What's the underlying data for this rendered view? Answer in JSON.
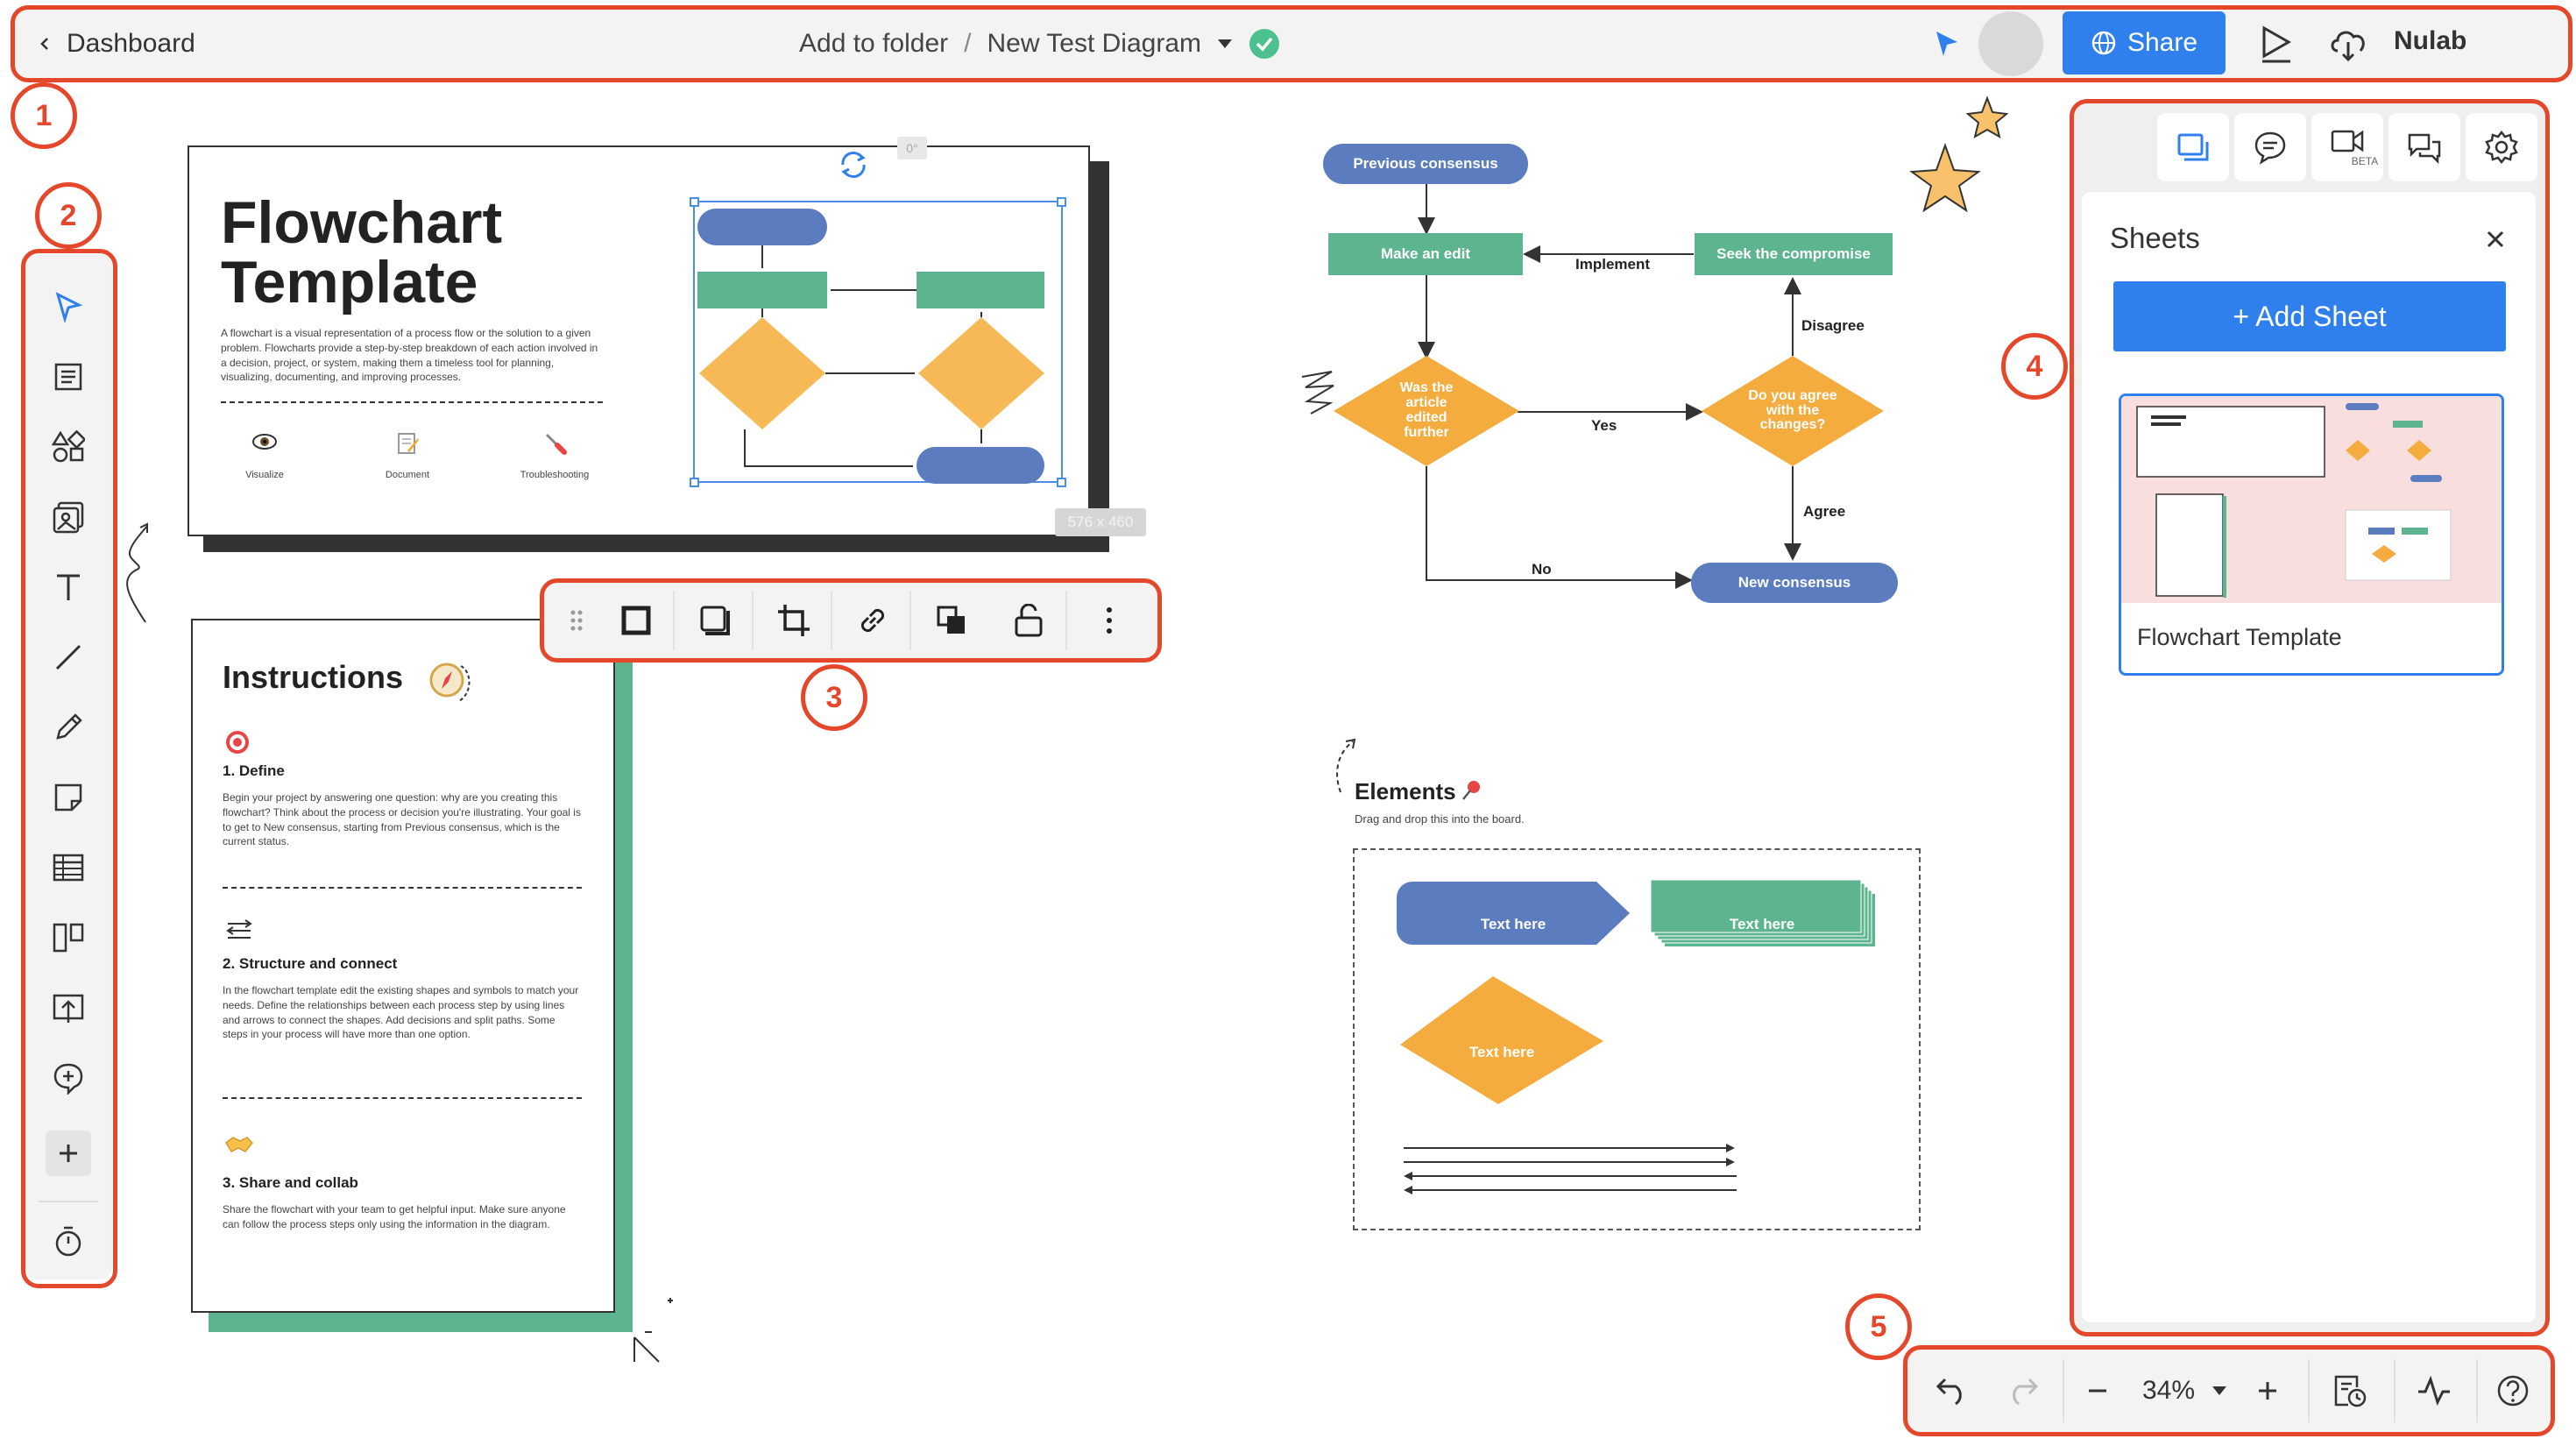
{
  "topbar": {
    "back_label": "Dashboard",
    "folder_label": "Add to folder",
    "separator": "/",
    "diagram_title": "New Test Diagram",
    "share_label": "Share",
    "org_label": "Nulab"
  },
  "callouts": [
    "1",
    "2",
    "3",
    "4",
    "5"
  ],
  "toolrail": {
    "tools": [
      "select-tool",
      "template-tool",
      "shapes-tool",
      "image-tool",
      "text-tool",
      "line-tool",
      "pen-tool",
      "sticky-note-tool",
      "table-tool",
      "layout-tool",
      "upload-tool",
      "comment-tool",
      "more-tool",
      "timer-tool"
    ]
  },
  "floatbar": {
    "buttons": [
      "drag-handle",
      "border-style",
      "shadow",
      "crop",
      "link",
      "arrange",
      "lock",
      "more"
    ]
  },
  "rightpanel": {
    "tabs": [
      "sheets",
      "comments",
      "video",
      "chat",
      "settings"
    ],
    "video_badge": "BETA",
    "title": "Sheets",
    "add_sheet_label": "+ Add Sheet",
    "sheet_name": "Flowchart Template"
  },
  "bottombar": {
    "zoom": "34%"
  },
  "canvas": {
    "template_card": {
      "title_line1": "Flowchart",
      "title_line2": "Template",
      "description": "A flowchart is a visual representation of a process flow or the solution to a given problem. Flowcharts provide a step-by-step breakdown of each action involved in a decision, project, or system, making them a timeless tool for planning, visualizing, documenting, and improving processes.",
      "icons": [
        {
          "label": "Visualize"
        },
        {
          "label": "Document"
        },
        {
          "label": "Troubleshooting"
        }
      ],
      "size_readout": "576 x 460",
      "angle_readout": "0°"
    },
    "instructions": {
      "title": "Instructions",
      "s1_title": "1. Define",
      "s1_body": "Begin your project by answering one question: why are you creating this flowchart? Think about the process or decision you're illustrating. Your goal is to get to New consensus, starting from Previous consensus, which is the current status.",
      "s2_title": "2. Structure and connect",
      "s2_body": "In the flowchart template edit the existing shapes and symbols to match your needs. Define the relationships between each process step by using lines and arrows to connect the shapes. Add decisions and split paths. Some steps in your process will have more than one option.",
      "s3_title": "3. Share and collab",
      "s3_body": "Share the flowchart with your team to get helpful input. Make sure anyone can follow the process steps only using the information in the diagram."
    },
    "flowchart": {
      "start": "Previous consensus",
      "edit": "Make an edit",
      "compromise": "Seek the compromise",
      "question1": "Was the article edited further",
      "question2": "Do you agree with the changes?",
      "end": "New consensus",
      "label_implement": "Implement",
      "label_yes": "Yes",
      "label_disagree": "Disagree",
      "label_agree": "Agree",
      "label_no": "No"
    },
    "elements": {
      "title": "Elements",
      "subtitle": "Drag and drop this into the board.",
      "shape1": "Text here",
      "shape2": "Text here",
      "shape3": "Text here"
    }
  },
  "colors": {
    "callout": "#e5472b",
    "accent_blue": "#2f80ed",
    "fc_blue": "#5b7cbf",
    "fc_green": "#5db58f",
    "fc_orange": "#f4ac3f",
    "thumb_pink": "#f9dede"
  }
}
